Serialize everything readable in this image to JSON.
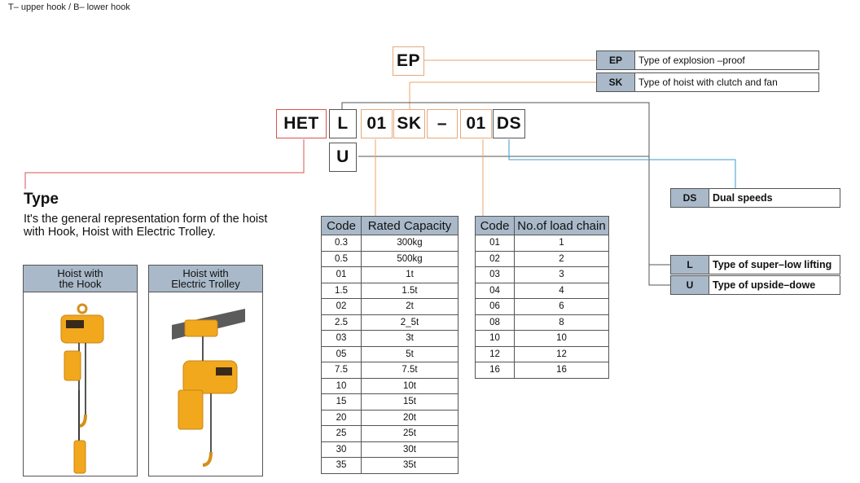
{
  "note": "T– upper hook / B– lower hook",
  "model_code": {
    "ep": "EP",
    "het": "HET",
    "l": "L",
    "capacity": "01",
    "sk": "SK",
    "dash": "–",
    "chain": "01",
    "ds": "DS",
    "u": "U"
  },
  "legends": {
    "ep": {
      "key": "EP",
      "text": "Type of explosion –proof"
    },
    "sk": {
      "key": "SK",
      "text": "Type of hoist with clutch and fan"
    },
    "ds": {
      "key": "DS",
      "text": "Dual speeds"
    },
    "l": {
      "key": "L",
      "text": "Type of super–low lifting"
    },
    "u": {
      "key": "U",
      "text": "Type of upside–dowe"
    }
  },
  "type_section": {
    "title": "Type",
    "description": "It's the general representation form of the hoist with Hook, Hoist with Electric Trolley."
  },
  "cards": [
    {
      "title": "Hoist with\nthe Hook"
    },
    {
      "title": "Hoist with\nElectric Trolley"
    }
  ],
  "capacity_table": {
    "headers": [
      "Code",
      "Rated Capacity"
    ],
    "rows": [
      [
        "0.3",
        "300kg"
      ],
      [
        "0.5",
        "500kg"
      ],
      [
        "01",
        "1t"
      ],
      [
        "1.5",
        "1.5t"
      ],
      [
        "02",
        "2t"
      ],
      [
        "2.5",
        "2_5t"
      ],
      [
        "03",
        "3t"
      ],
      [
        "05",
        "5t"
      ],
      [
        "7.5",
        "7.5t"
      ],
      [
        "10",
        "10t"
      ],
      [
        "15",
        "15t"
      ],
      [
        "20",
        "20t"
      ],
      [
        "25",
        "25t"
      ],
      [
        "30",
        "30t"
      ],
      [
        "35",
        "35t"
      ]
    ]
  },
  "chain_table": {
    "headers": [
      "Code",
      "No.of load chain"
    ],
    "rows": [
      [
        "01",
        "1"
      ],
      [
        "02",
        "2"
      ],
      [
        "03",
        "3"
      ],
      [
        "04",
        "4"
      ],
      [
        "06",
        "6"
      ],
      [
        "08",
        "8"
      ],
      [
        "10",
        "10"
      ],
      [
        "12",
        "12"
      ],
      [
        "16",
        "16"
      ]
    ]
  },
  "colors": {
    "orange_line": "#e8a46e",
    "red_line": "#d9534f",
    "blue_line": "#3a9bd1",
    "gray_line": "#555555",
    "header_fill": "#a9b9c9",
    "hoist_yellow": "#f2a81d"
  }
}
